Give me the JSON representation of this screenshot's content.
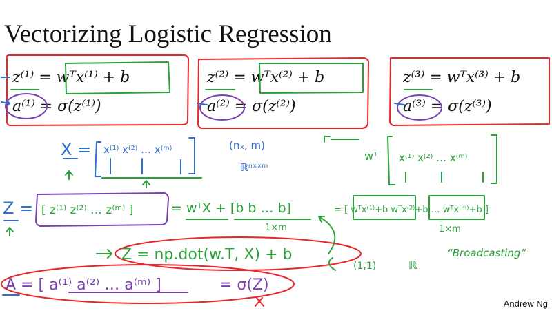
{
  "slide": {
    "title": "Vectorizing Logistic Regression",
    "credit": "Andrew Ng"
  },
  "equations": [
    {
      "z": "z⁽¹⁾ = wᵀx⁽¹⁾ + b",
      "a": "a⁽¹⁾ = σ(z⁽¹⁾)"
    },
    {
      "z": "z⁽²⁾ = wᵀx⁽²⁾ + b",
      "a": "a⁽²⁾ = σ(z⁽²⁾)"
    },
    {
      "z": "z⁽³⁾ = wᵀx⁽³⁾ + b",
      "a": "a⁽³⁾ = σ(z⁽³⁾)"
    }
  ],
  "annotations": {
    "x_def": "X =",
    "x_cols": "x⁽¹⁾ x⁽²⁾ … x⁽ᵐ⁾",
    "x_dim": "(nₓ, m)",
    "x_space": "ℝⁿˣˣᵐ",
    "wt": "wᵀ",
    "wt_cols": "x⁽¹⁾ x⁽²⁾ … x⁽ᵐ⁾",
    "z_def": "Z =",
    "z_row": "[ z⁽¹⁾ z⁽²⁾ … z⁽ᵐ⁾ ]",
    "z_eq": "= wᵀX + [b b … b]",
    "z_dim": "1×m",
    "z_expand": "= [ wᵀx⁽¹⁾+b   wᵀx⁽²⁾+b   …   wᵀx⁽ᵐ⁾+b ]",
    "expand_dim": "1×m",
    "np_code": "Z = np.dot(w.T, X) + b",
    "b_dim": "(1,1)",
    "b_space": "ℝ",
    "broadcasting": "“Broadcasting”",
    "a_row": "A = [ a⁽¹⁾ a⁽²⁾ … a⁽ᵐ⁾ ]",
    "sigma": "= σ(Z)"
  },
  "colors": {
    "red": "#e8262b",
    "green": "#2aa13a",
    "blue": "#2f6fd0",
    "purple": "#7b3fb0"
  }
}
